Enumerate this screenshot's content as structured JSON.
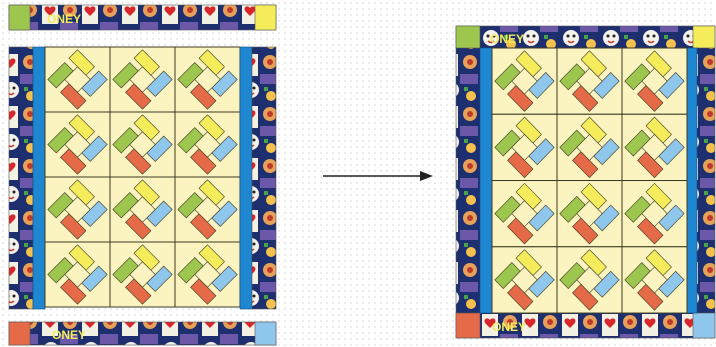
{
  "colors": {
    "background": "#ffffff",
    "border_fabric": "#1d2f6e",
    "block_background": "#fbf4c0",
    "grid_line": "#3d3a22",
    "blue_sashing": "#1f86d2",
    "piece_yellow": "#f4ec5a",
    "piece_blue": "#8fc6ec",
    "piece_orange": "#e56a48",
    "piece_green": "#9dc64e",
    "arrow": "#222222"
  },
  "quilt": {
    "rows": 4,
    "columns": 3
  },
  "corner_squares": {
    "top_left": "#9dc64e",
    "top_right": "#f4ec5a",
    "bottom_left": "#e56a48",
    "bottom_right": "#8fc6ec"
  },
  "border_print_text": "ONEY",
  "arrow_icon": "right-arrow-icon"
}
